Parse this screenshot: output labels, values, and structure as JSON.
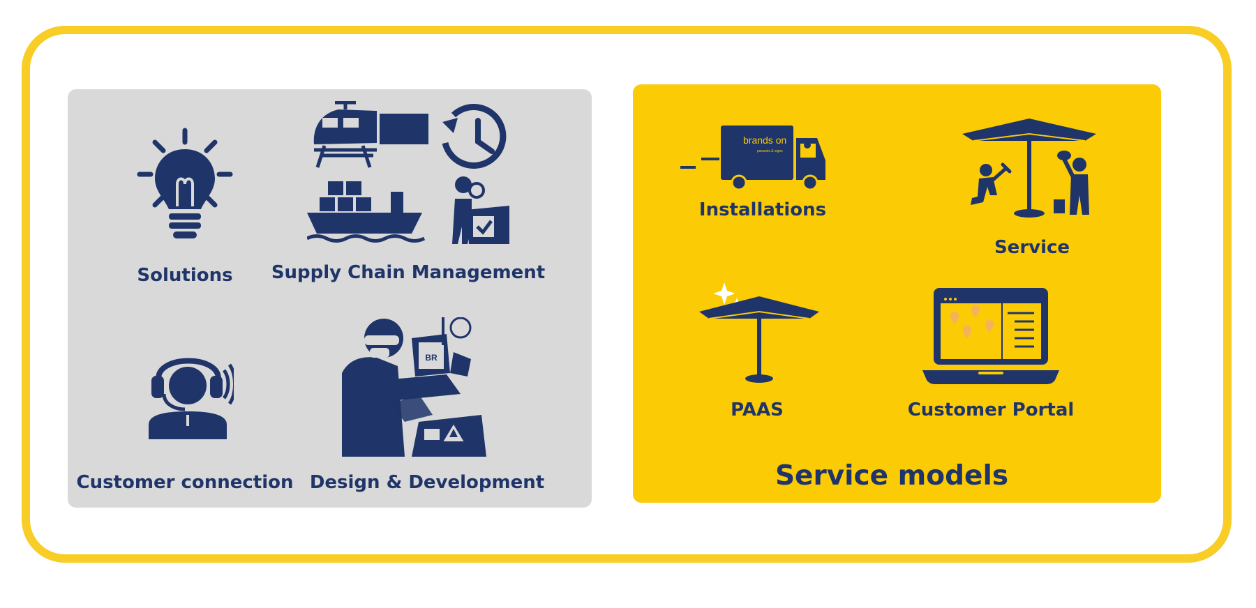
{
  "colors": {
    "navy": "#1f3468",
    "yellow": "#fbcb05",
    "frame": "#f8cd26",
    "grey": "#d9d9d9"
  },
  "left_panel": {
    "items": [
      {
        "label": "Solutions",
        "icon": "lightbulb-icon"
      },
      {
        "label": "Supply Chain Management",
        "icon": "logistics-icon"
      },
      {
        "label": "Customer connection",
        "icon": "headset-agent-icon"
      },
      {
        "label": "Design & Development",
        "icon": "designer-at-desk-icon"
      }
    ]
  },
  "right_panel": {
    "title": "Service models",
    "items": [
      {
        "label": "Installations",
        "icon": "delivery-truck-icon"
      },
      {
        "label": "Service",
        "icon": "umbrella-service-icon"
      },
      {
        "label": "PAAS",
        "icon": "sparkling-umbrella-icon"
      },
      {
        "label": "Customer Portal",
        "icon": "laptop-map-icon"
      }
    ],
    "truck_brand": "brands on",
    "truck_brand_sub": "parasols & signs"
  }
}
